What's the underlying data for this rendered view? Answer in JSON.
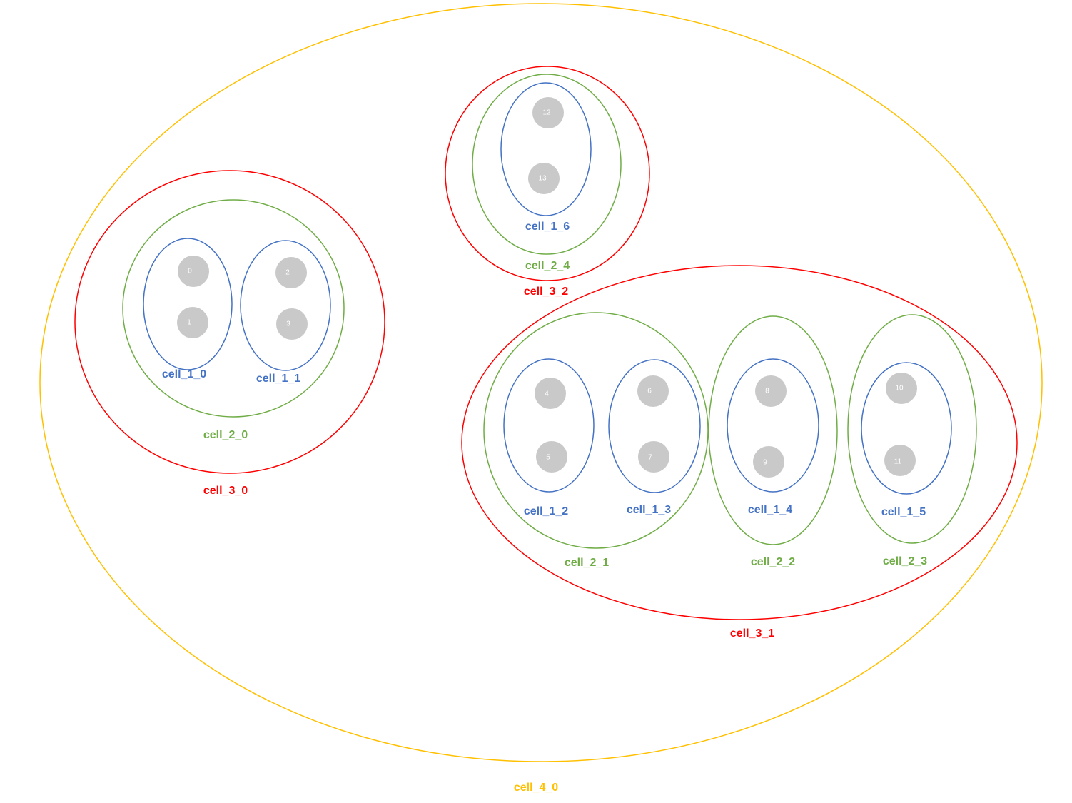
{
  "colors": {
    "level_1": "#4472c4",
    "level_2": "#70ad47",
    "level_3": "#ff0000",
    "level_4": "#ffc000",
    "node_fill": "#c9c9c9",
    "node_text": "#ffffff"
  },
  "cells": {
    "cell_4_0": {
      "label": "cell_4_0",
      "level": 4
    },
    "cell_3_0": {
      "label": "cell_3_0",
      "level": 3
    },
    "cell_3_1": {
      "label": "cell_3_1",
      "level": 3
    },
    "cell_3_2": {
      "label": "cell_3_2",
      "level": 3
    },
    "cell_2_0": {
      "label": "cell_2_0",
      "level": 2
    },
    "cell_2_1": {
      "label": "cell_2_1",
      "level": 2
    },
    "cell_2_2": {
      "label": "cell_2_2",
      "level": 2
    },
    "cell_2_3": {
      "label": "cell_2_3",
      "level": 2
    },
    "cell_2_4": {
      "label": "cell_2_4",
      "level": 2
    },
    "cell_1_0": {
      "label": "cell_1_0",
      "level": 1
    },
    "cell_1_1": {
      "label": "cell_1_1",
      "level": 1
    },
    "cell_1_2": {
      "label": "cell_1_2",
      "level": 1
    },
    "cell_1_3": {
      "label": "cell_1_3",
      "level": 1
    },
    "cell_1_4": {
      "label": "cell_1_4",
      "level": 1
    },
    "cell_1_5": {
      "label": "cell_1_5",
      "level": 1
    },
    "cell_1_6": {
      "label": "cell_1_6",
      "level": 1
    }
  },
  "nodes": {
    "n0": "0",
    "n1": "1",
    "n2": "2",
    "n3": "3",
    "n4": "4",
    "n5": "5",
    "n6": "6",
    "n7": "7",
    "n8": "8",
    "n9": "9",
    "n10": "10",
    "n11": "11",
    "n12": "12",
    "n13": "13"
  }
}
